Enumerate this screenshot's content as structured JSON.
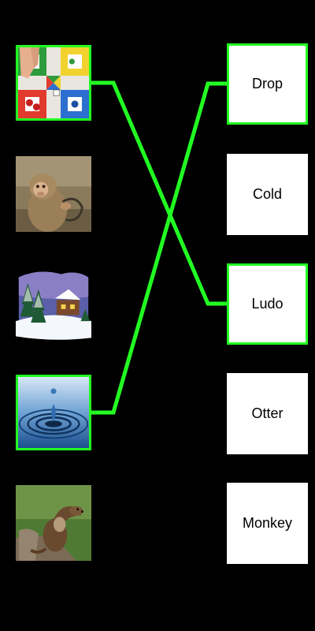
{
  "accent_color": "#22ff22",
  "pictures": [
    {
      "icon": "ludo-board-icon",
      "matched": true
    },
    {
      "icon": "monkey-icon",
      "matched": false
    },
    {
      "icon": "snowy-cabin-icon",
      "matched": false
    },
    {
      "icon": "water-drop-icon",
      "matched": true
    },
    {
      "icon": "otter-icon",
      "matched": false
    }
  ],
  "words": [
    {
      "label": "Drop",
      "matched": true
    },
    {
      "label": "Cold",
      "matched": false
    },
    {
      "label": "Ludo",
      "matched": true
    },
    {
      "label": "Otter",
      "matched": false
    },
    {
      "label": "Monkey",
      "matched": false
    }
  ],
  "connections": [
    {
      "picture": 0,
      "word": 2
    },
    {
      "picture": 3,
      "word": 0
    }
  ]
}
